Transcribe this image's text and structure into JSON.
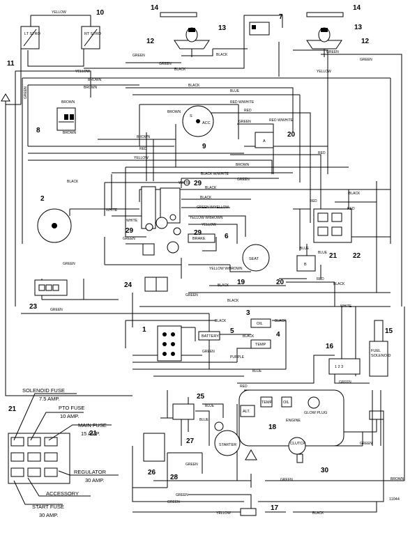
{
  "diagram_id": "11044",
  "wire_labels": {
    "yellow": "YELLOW",
    "green": "GREEN",
    "black": "BLACK",
    "brown": "BROWN",
    "blue": "BLUE",
    "red": "RED",
    "white": "WHITE",
    "purple": "PURPLE",
    "red_white": "RED W/WHITE",
    "black_white": "BLACK W/WHITE",
    "green_yellow": "GREEN W/YELLOW",
    "yellow_brown": "YELLOW W/BROWN"
  },
  "component_labels": {
    "lt_strobe": "LT STRO",
    "rt_strobe": "RT STRO",
    "seat": "SEAT",
    "battery": "BATTERY",
    "oil": "OIL",
    "temp": "TEMP",
    "alt": "ALT.",
    "starter": "STARTER",
    "engine": "ENGINE",
    "glow_plug": "GLOW PLUG",
    "clutch": "CLUTCH",
    "fuel_solenoid": "FUEL SOLENOID",
    "brake": "BRAKE"
  },
  "callouts": {
    "c1": "1",
    "c2": "2",
    "c3": "3",
    "c4": "4",
    "c5": "5",
    "c6": "6",
    "c7": "7",
    "c8": "8",
    "c9": "9",
    "c10": "10",
    "c11": "11",
    "c12": "12",
    "c13": "13",
    "c14": "14",
    "c15": "15",
    "c16": "16",
    "c17": "17",
    "c18": "18",
    "c19": "19",
    "c20": "20",
    "c21": "21",
    "c22": "22",
    "c23": "23",
    "c24": "24",
    "c25": "25",
    "c26": "26",
    "c27": "27",
    "c28": "28",
    "c29": "29",
    "c30": "30"
  },
  "fuse_legend": {
    "solenoid_fuse": "SOLENOID FUSE",
    "solenoid_amp": "7.5 AMP.",
    "pto_fuse": "PTO FUSE",
    "pto_amp": "10 AMP.",
    "main_fuse": "MAIN FUSE",
    "main_amp": "15 AMP.",
    "regulator": "REGULATOR",
    "regulator_amp": "30 AMP.",
    "accessory": "ACCESSORY",
    "start_fuse": "START FUSE",
    "start_amp": "30 AMP."
  }
}
